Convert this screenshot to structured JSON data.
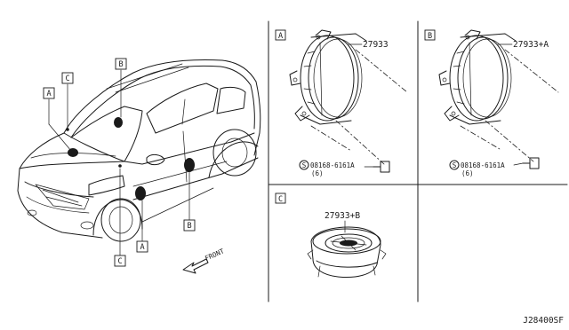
{
  "callouts": {
    "car_c_top": "C",
    "car_b_top": "B",
    "car_a_left": "A",
    "car_a_bottom": "A",
    "car_c_bottom": "C",
    "car_b_right": "B"
  },
  "front_label": "FRONT",
  "panel_a": {
    "letter": "A",
    "part_number": "27933",
    "screw_code": "08168-6161A",
    "screw_qty": "(6)",
    "screw_symbol": "S"
  },
  "panel_b": {
    "letter": "B",
    "part_number": "27933+A",
    "screw_code": "08168-6161A",
    "screw_qty": "(6)",
    "screw_symbol": "S"
  },
  "panel_c": {
    "letter": "C",
    "part_number": "27933+B"
  },
  "diagram_code": "J28400SF"
}
